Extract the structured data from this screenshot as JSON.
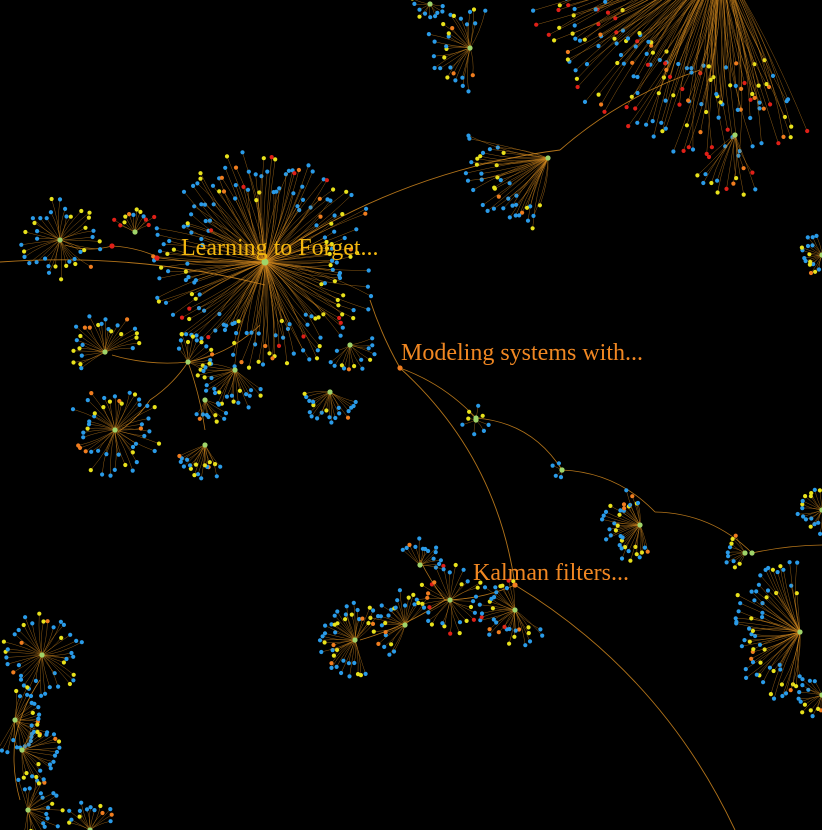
{
  "colors": {
    "background": "#000000",
    "edge": "#d2881e",
    "leaf_blue": "#2a9be8",
    "leaf_yellow": "#e8e21c",
    "node_green": "#9fd46a",
    "node_orange": "#f07d1f",
    "node_red": "#e02018",
    "label_yellow": "#f2b70f",
    "label_orange": "#f08722"
  },
  "labels": [
    {
      "id": "learning",
      "text": "Learning to Forget...",
      "color": "label_yellow"
    },
    {
      "id": "modeling",
      "text": "Modeling systems with...",
      "color": "label_orange"
    },
    {
      "id": "kalman",
      "text": "Kalman filters...",
      "color": "label_orange"
    }
  ]
}
